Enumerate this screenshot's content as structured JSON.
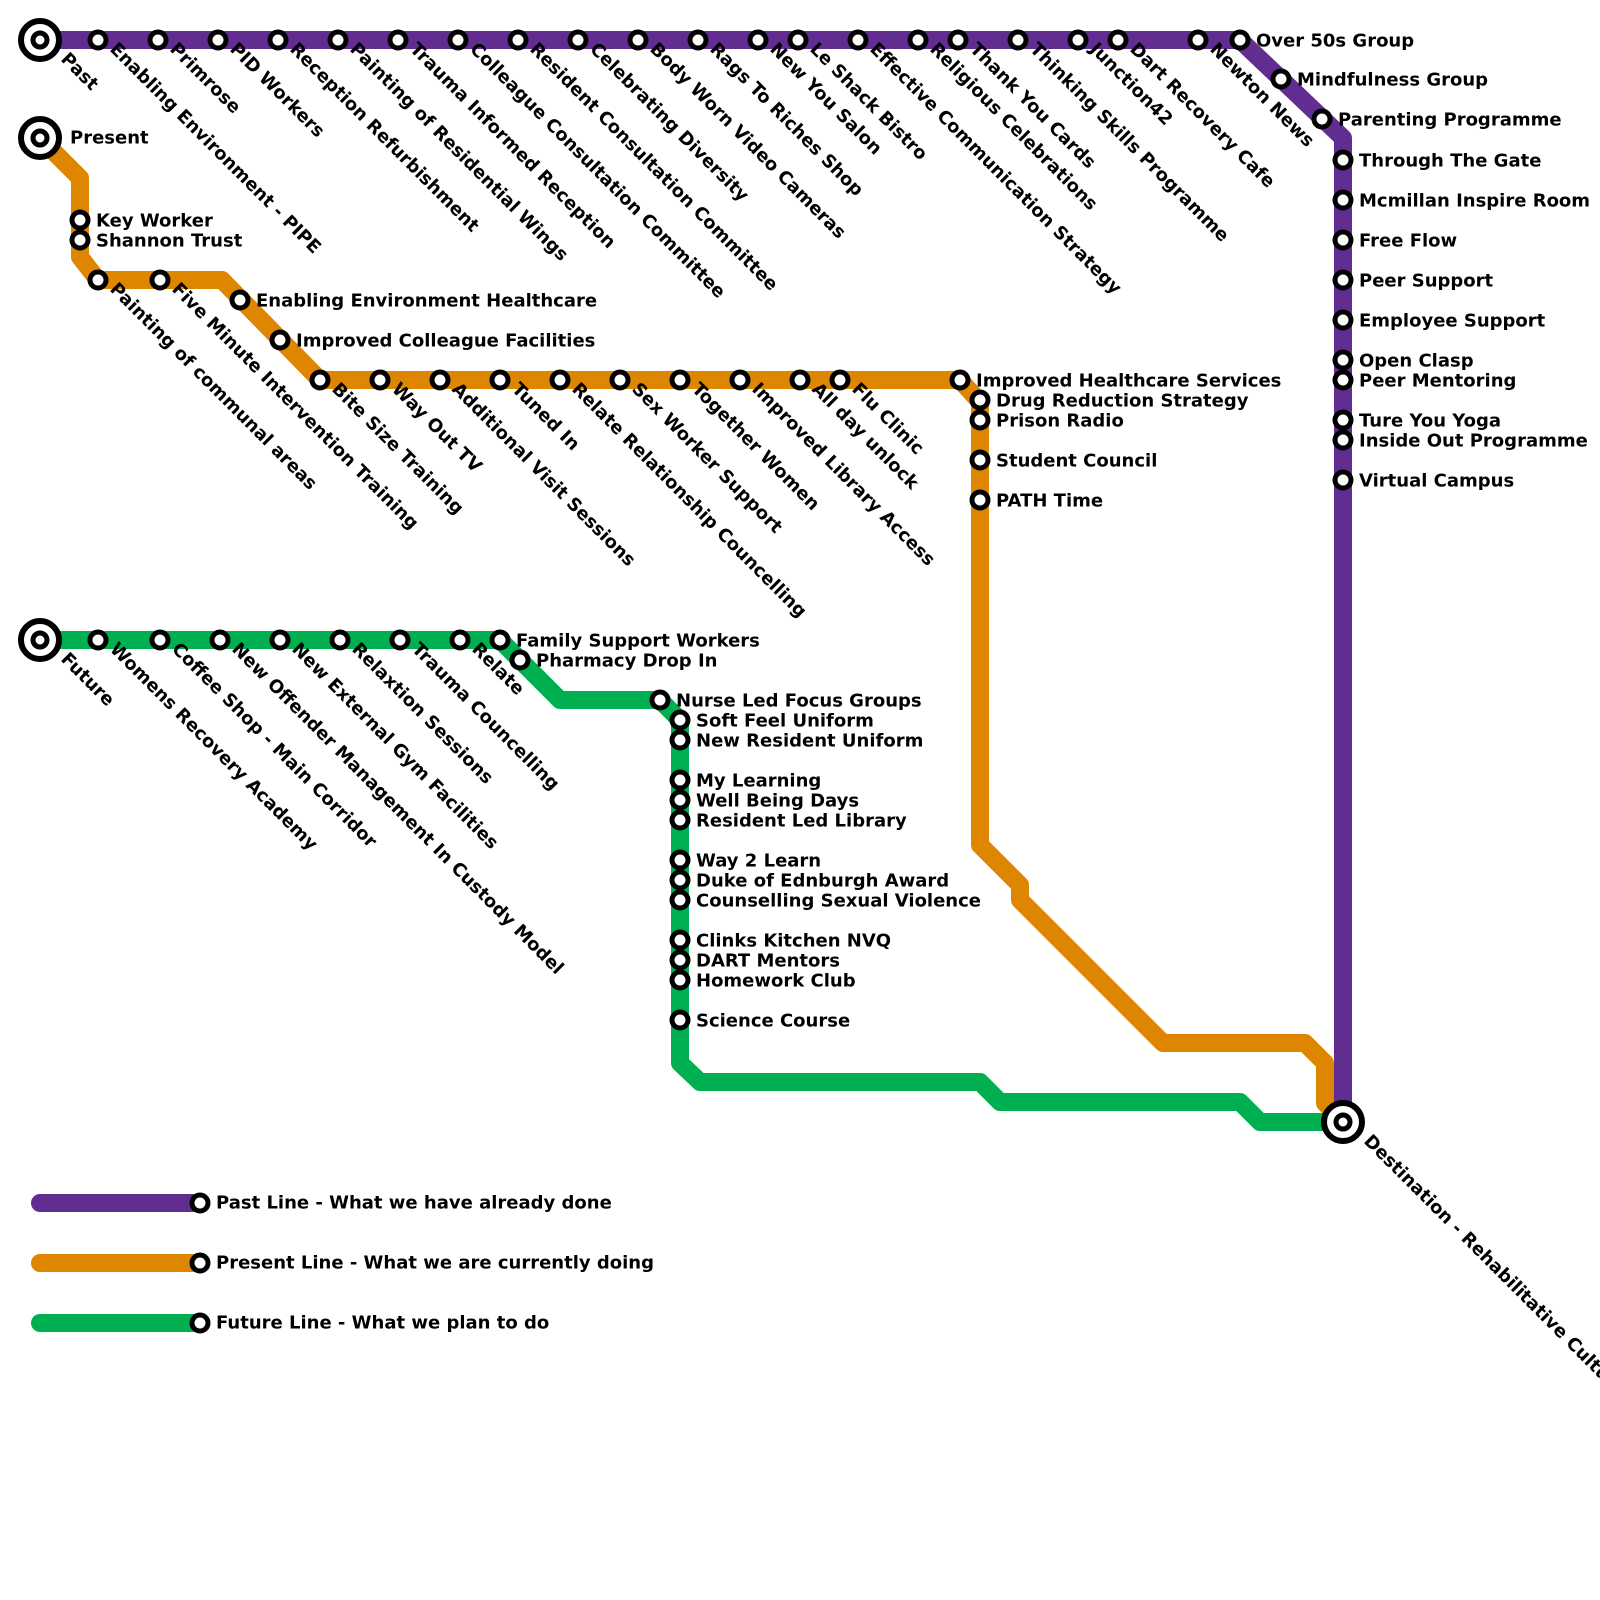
{
  "colors": {
    "past": "#622d91",
    "present": "#de8600",
    "future": "#00b050",
    "station_fill": "#ffffff",
    "station_stroke": "#000000"
  },
  "terminals": {
    "past": "Past",
    "present": "Present",
    "future": "Future",
    "destination": "Destination - Rehabilitative Culture"
  },
  "lines": {
    "past": {
      "name": "Past Line - What we have already done",
      "stations": [
        "Enabling Environment - PIPE",
        "Primrose",
        "PID Workers",
        "Reception Refurbishment",
        "Painting of Residential Wings",
        "Trauma Informed Reception",
        "Colleague Consultation Committee",
        "Resident Consultation Committee",
        "Celebrating Diversity",
        "Body Worn Video Cameras",
        "Rags To Riches Shop",
        "New You Salon",
        "Le Shack Bistro",
        "Effective Communication Strategy",
        "Religious Celebrations",
        "Thank You Cards",
        "Thinking Skills Programme",
        "Junction42",
        "Dart Recovery Cafe",
        "Newton News",
        "Over 50s Group",
        "Mindfulness Group",
        "Parenting Programme",
        "Through The Gate",
        "Mcmillan Inspire Room",
        "Free Flow",
        "Peer Support",
        "Employee Support",
        "Open Clasp",
        "Peer Mentoring",
        "Ture You Yoga",
        "Inside Out Programme",
        "Virtual Campus"
      ]
    },
    "present": {
      "name": "Present Line - What we are currently doing",
      "stations": [
        "Key Worker",
        "Shannon Trust",
        "Painting of communal areas",
        "Five Minute Intervention Training",
        "Enabling Environment Healthcare",
        "Improved Colleague Facilities",
        "Bite Size Training",
        "Way Out TV",
        "Additional Visit Sessions",
        "Tuned In",
        "Relate Relationship Councelling",
        "Sex Worker Support",
        "Together Women",
        "Improved Library Access",
        "All day unlock",
        "Flu Clinic",
        "Improved Healthcare Services",
        "Drug Reduction Strategy",
        "Prison Radio",
        "Student Council",
        "PATH Time"
      ]
    },
    "future": {
      "name": "Future Line - What we plan to do",
      "stations": [
        "Womens Recovery Academy",
        "Coffee Shop - Main Corridor",
        "New Offender Management In Custody Model",
        "New External Gym Facilities",
        "Relaxtion Sessions",
        "Trauma Councelling",
        "Relate",
        "Family Support Workers",
        "Pharmacy Drop In",
        "Nurse Led Focus Groups",
        "Soft Feel Uniform",
        "New Resident Uniform",
        "My Learning",
        "Well Being Days",
        "Resident Led Library",
        "Way 2 Learn",
        "Duke of Ednburgh Award",
        "Counselling Sexual Violence",
        "Clinks Kitchen NVQ",
        "DART Mentors",
        "Homework Club",
        "Science Course"
      ]
    }
  }
}
